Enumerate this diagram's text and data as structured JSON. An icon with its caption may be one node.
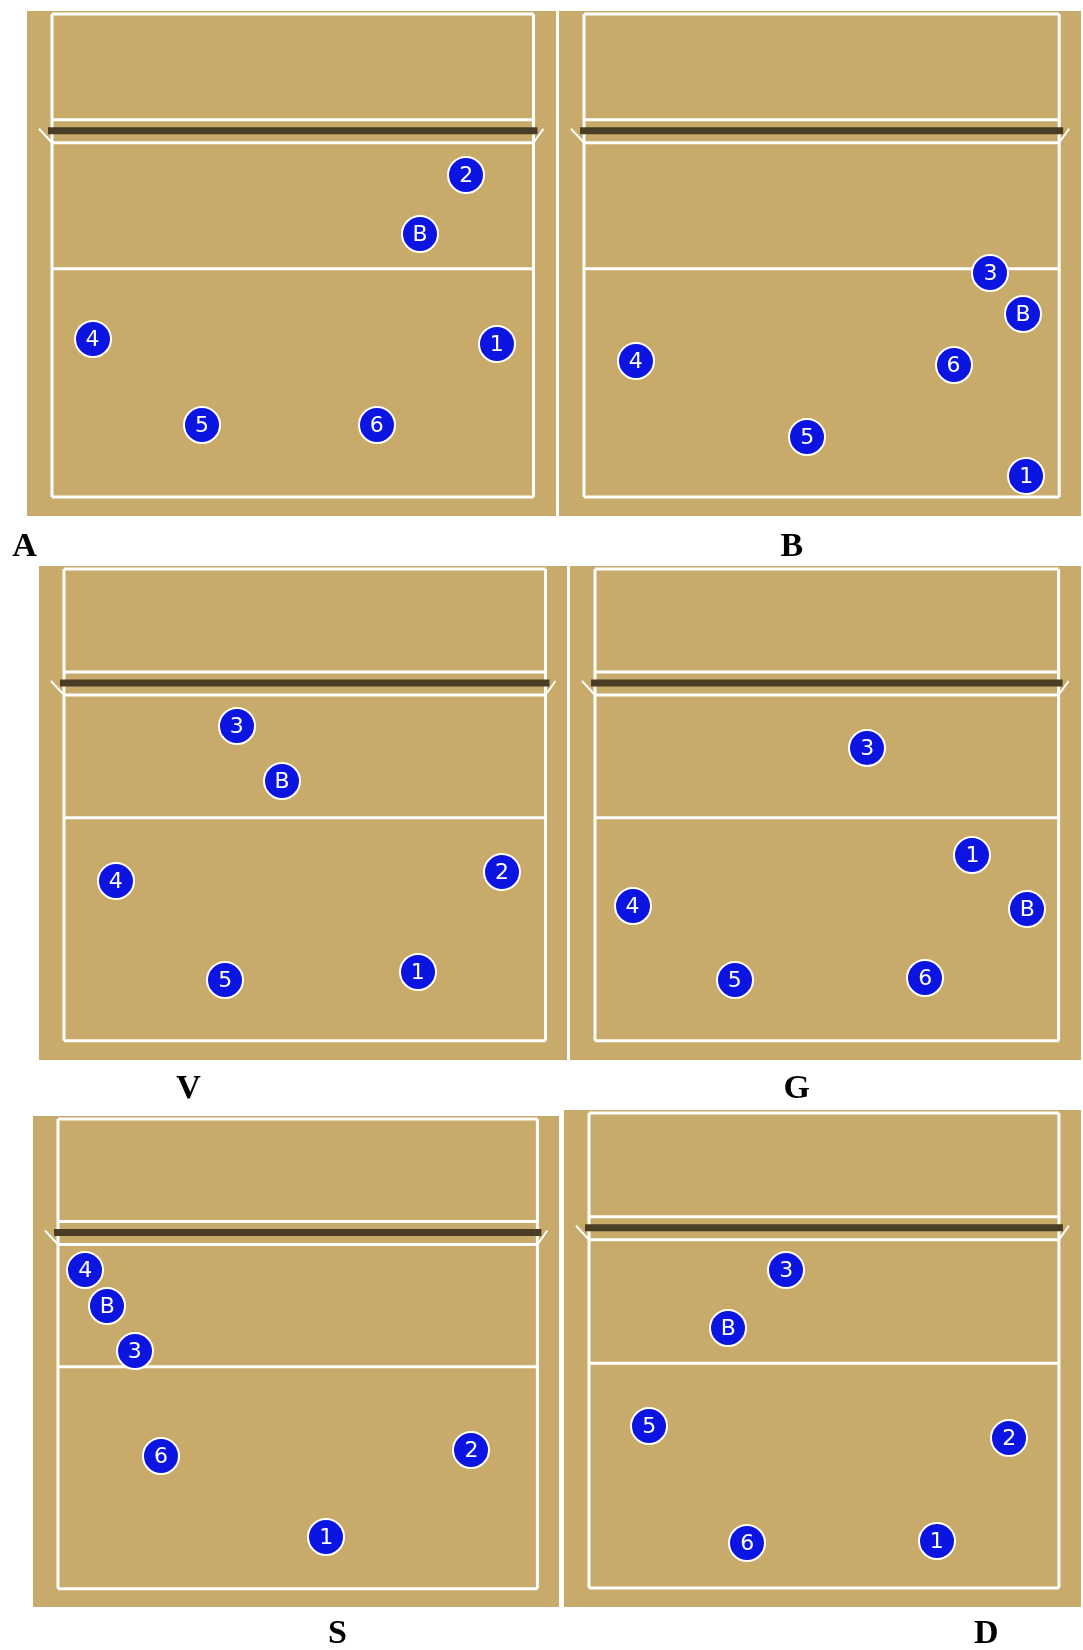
{
  "diagram": {
    "nodes": [
      {
        "text": [
          "A"
        ]
      },
      {
        "text": [
          "2"
        ],
        "in": 0
      },
      {
        "text": [
          "B"
        ],
        "in": 0
      },
      {
        "text": [
          "4"
        ],
        "in": 0
      },
      {
        "text": [
          "1"
        ],
        "in": 0
      },
      {
        "text": [
          "5"
        ],
        "in": 0
      },
      {
        "text": [
          "6"
        ],
        "in": 0
      },
      {
        "text": [
          "B"
        ]
      },
      {
        "text": [
          "3"
        ],
        "in": 7
      },
      {
        "text": [
          "B"
        ],
        "in": 7
      },
      {
        "text": [
          "4"
        ],
        "in": 7
      },
      {
        "text": [
          "6"
        ],
        "in": 7
      },
      {
        "text": [
          "5"
        ],
        "in": 7
      },
      {
        "text": [
          "1"
        ],
        "in": 7
      },
      {
        "text": [
          "V"
        ]
      },
      {
        "text": [
          "3"
        ],
        "in": 14
      },
      {
        "text": [
          "B"
        ],
        "in": 14
      },
      {
        "text": [
          "4"
        ],
        "in": 14
      },
      {
        "text": [
          "2"
        ],
        "in": 14
      },
      {
        "text": [
          "5"
        ],
        "in": 14
      },
      {
        "text": [
          "1"
        ],
        "in": 14
      },
      {
        "text": [
          "G"
        ]
      },
      {
        "text": [
          "3"
        ],
        "in": 21
      },
      {
        "text": [
          "1"
        ],
        "in": 21
      },
      {
        "text": [
          "4"
        ],
        "in": 21
      },
      {
        "text": [
          "B"
        ],
        "in": 21
      },
      {
        "text": [
          "5"
        ],
        "in": 21
      },
      {
        "text": [
          "6"
        ],
        "in": 21
      },
      {
        "text": [
          "S"
        ]
      },
      {
        "text": [
          "4"
        ],
        "in": 28
      },
      {
        "text": [
          "B"
        ],
        "in": 28
      },
      {
        "text": [
          "3"
        ],
        "in": 28
      },
      {
        "text": [
          "6"
        ],
        "in": 28
      },
      {
        "text": [
          "2"
        ],
        "in": 28
      },
      {
        "text": [
          "1"
        ],
        "in": 28
      },
      {
        "text": [
          "D"
        ]
      },
      {
        "text": [
          "3"
        ],
        "in": 35
      },
      {
        "text": [
          "B"
        ],
        "in": 35
      },
      {
        "text": [
          "5"
        ],
        "in": 35
      },
      {
        "text": [
          "2"
        ],
        "in": 35
      },
      {
        "text": [
          "6"
        ],
        "in": 35
      },
      {
        "text": [
          "1"
        ],
        "in": 35
      }
    ]
  }
}
